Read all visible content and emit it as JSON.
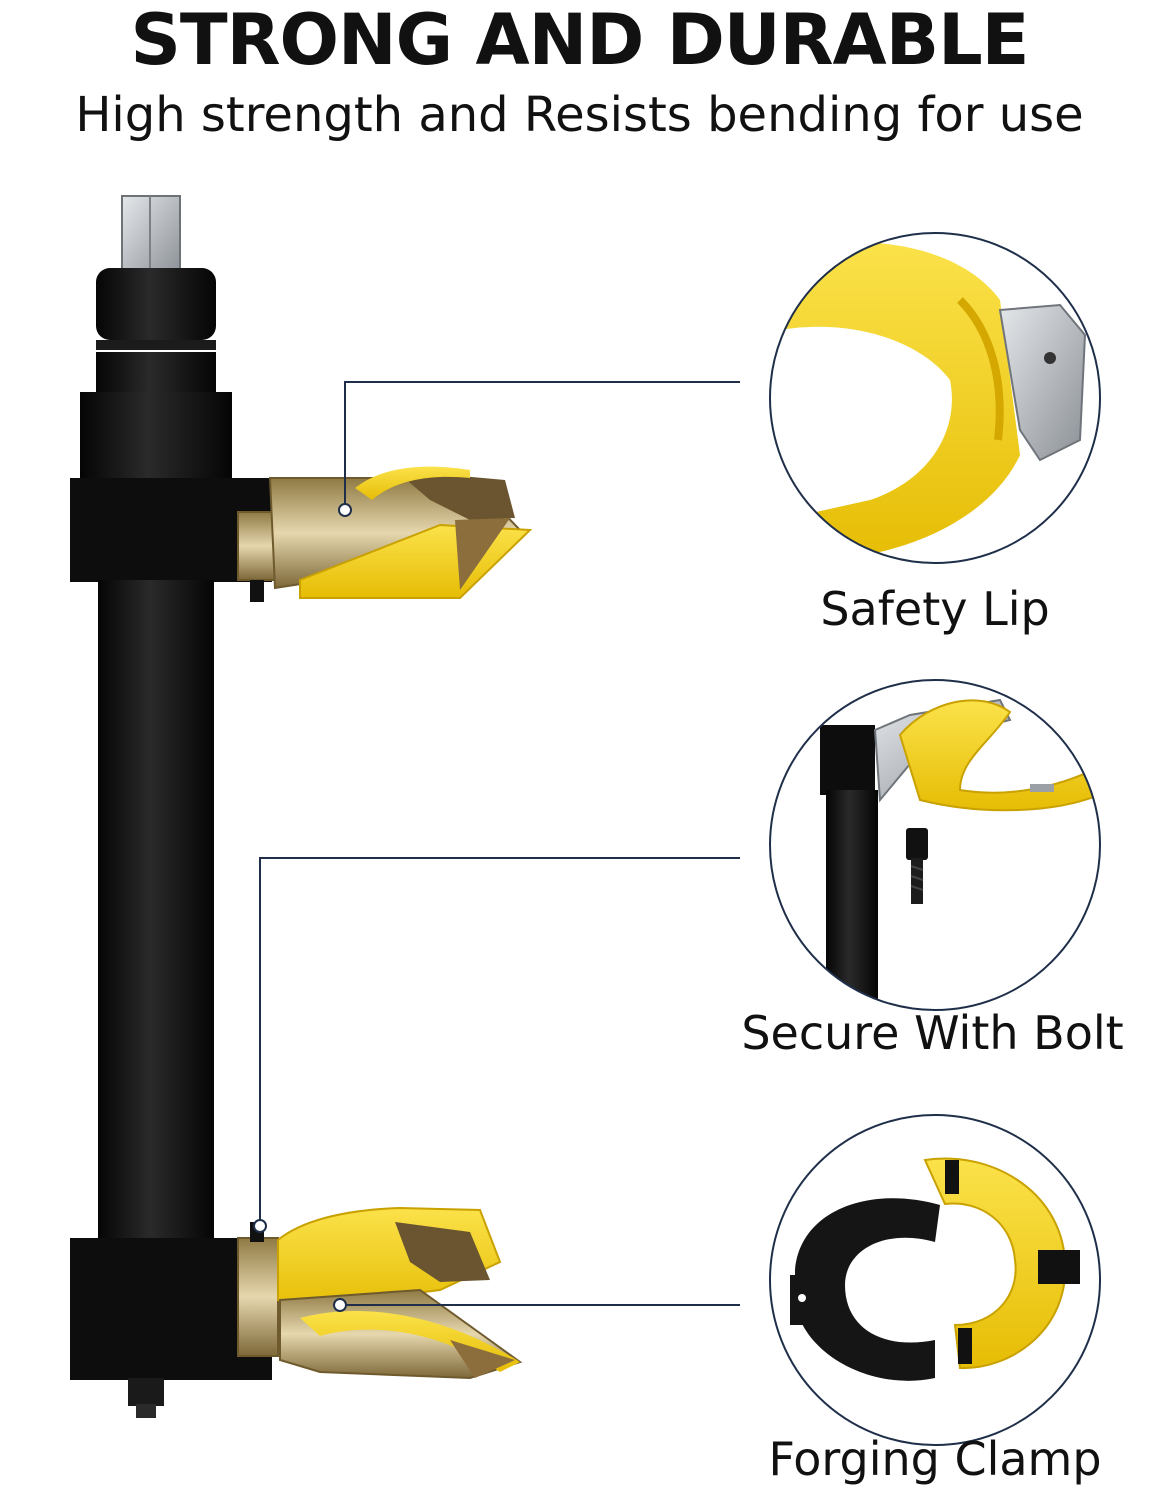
{
  "header": {
    "title": "STRONG AND DURABLE",
    "subtitle": "High strength and Resists bending for use"
  },
  "callouts": [
    {
      "name": "safety-lip",
      "label": "Safety Lip"
    },
    {
      "name": "secure-with-bolt",
      "label": "Secure With Bolt"
    },
    {
      "name": "forging-clamp",
      "label": "Forging Clamp"
    }
  ],
  "colors": {
    "yellow": "#f5d313",
    "black": "#111111",
    "steel": "#b9bec4",
    "bronze": "#b39a62",
    "leader_line": "#1f2f4a"
  }
}
